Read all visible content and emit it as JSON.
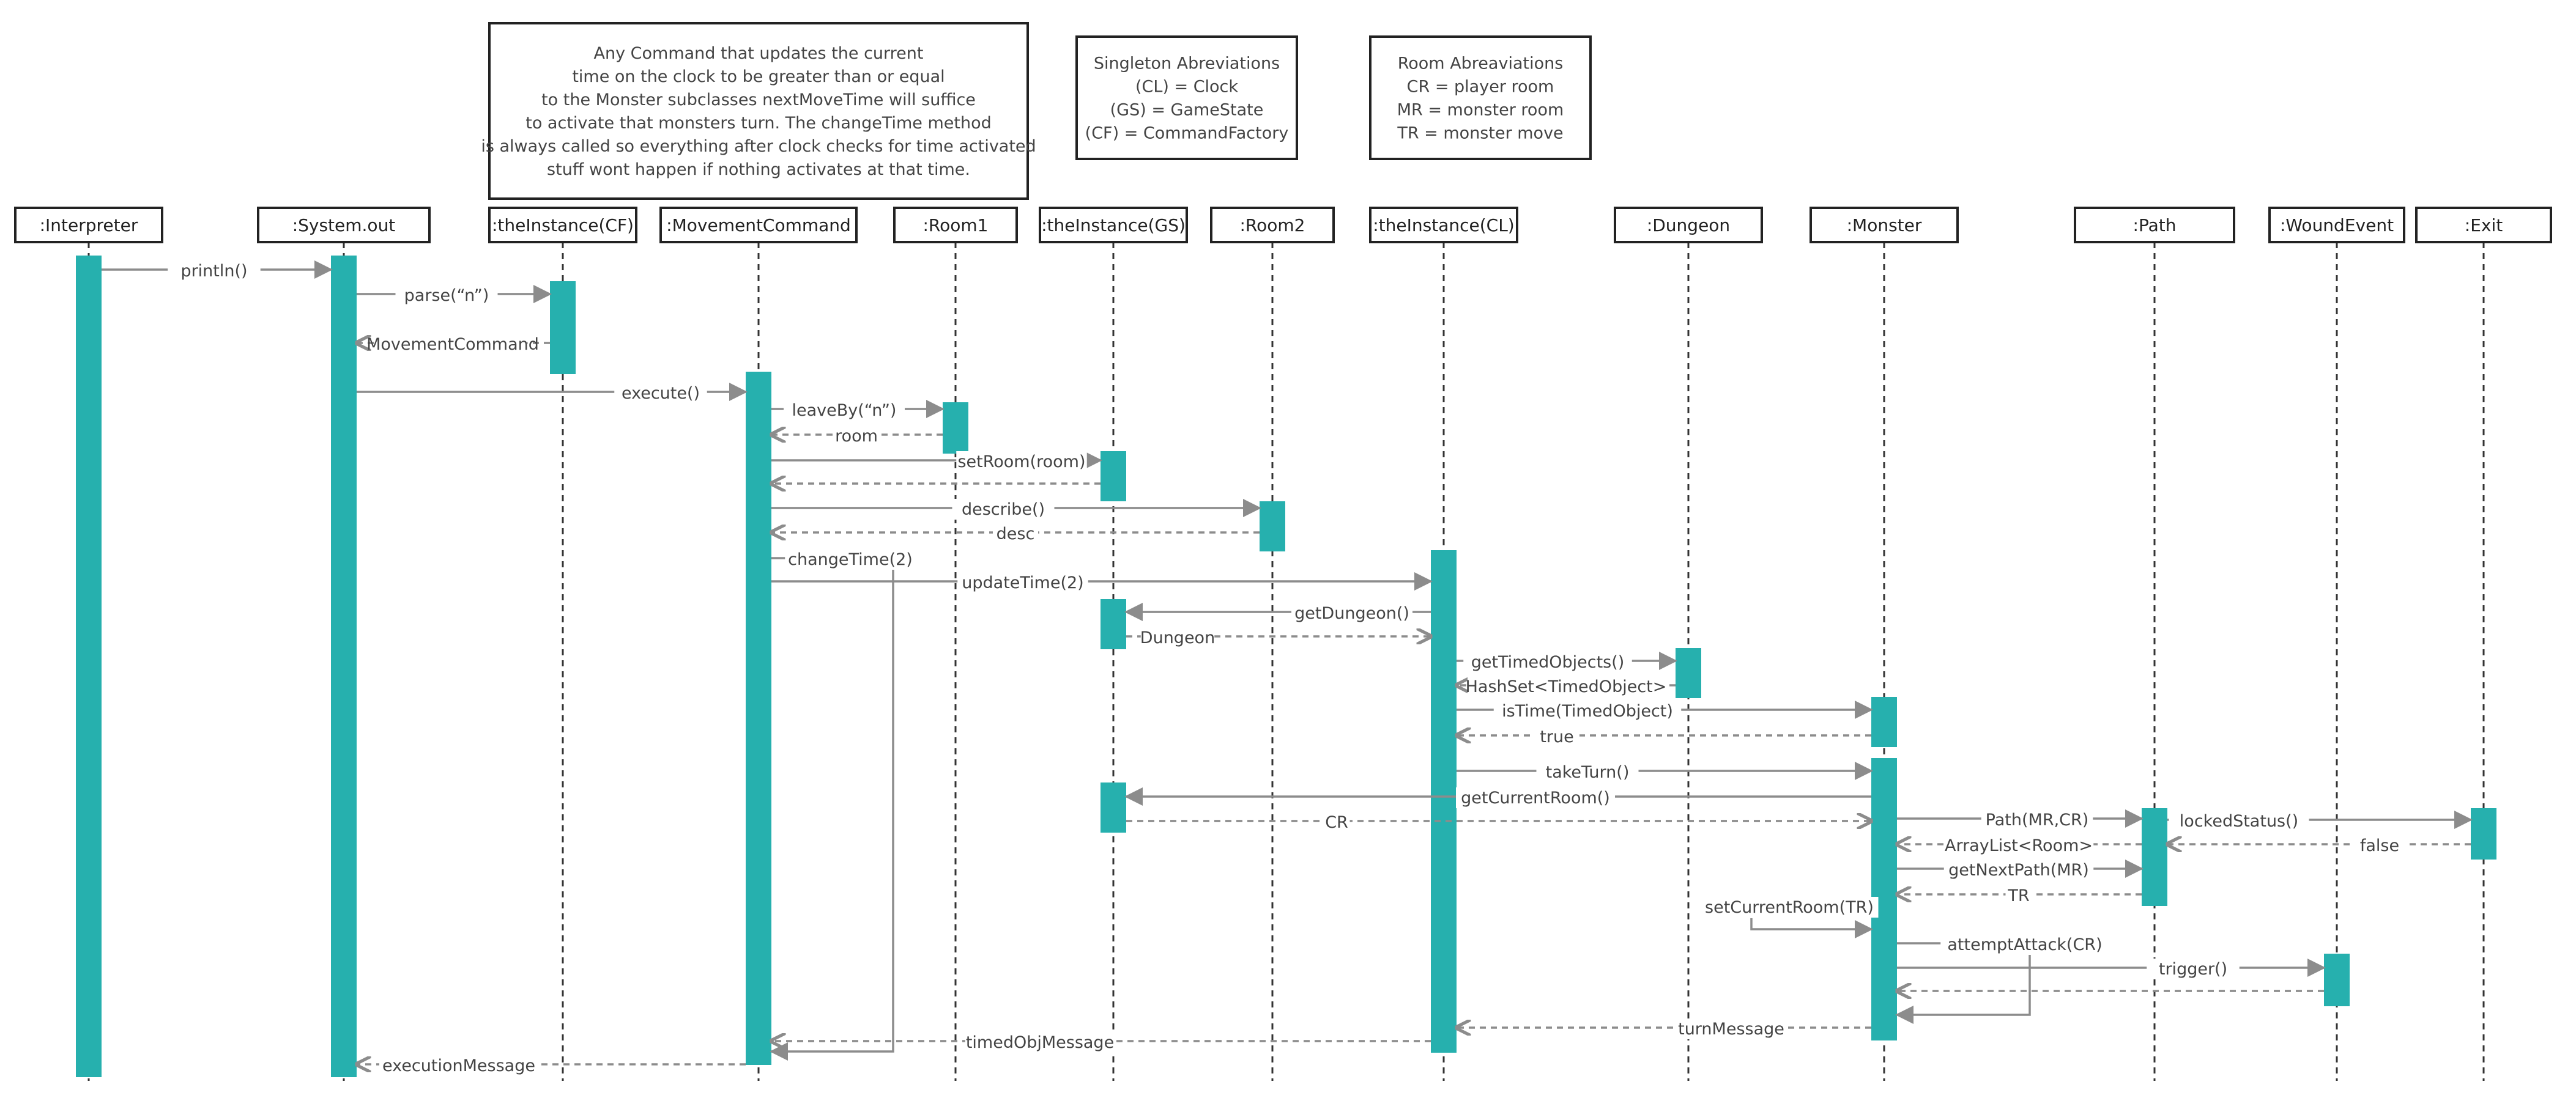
{
  "colors": {
    "activation": "#26b0ae",
    "arrow": "#8c8c8c",
    "text": "#444444",
    "border": "#222222"
  },
  "notes": {
    "command": [
      "Any Command that updates the current",
      "time on the clock to be greater than or equal",
      "to the Monster subclasses nextMoveTime will suffice",
      "to activate that monsters turn. The changeTime method",
      "is always called so everything after clock checks for time activated",
      "stuff wont happen if nothing activates at that time."
    ],
    "singleton": [
      "Singleton Abreviations",
      "(CL) = Clock",
      "(GS) = GameState",
      "(CF) = CommandFactory"
    ],
    "room": [
      "Room Abreaviations",
      "CR = player room",
      "MR = monster room",
      "TR = monster move"
    ]
  },
  "participants": [
    {
      "id": "interpreter",
      "label": ":Interpreter"
    },
    {
      "id": "system-out",
      "label": ":System.out"
    },
    {
      "id": "cf",
      "label": ":theInstance(CF)"
    },
    {
      "id": "movement-command",
      "label": ":MovementCommand"
    },
    {
      "id": "room1",
      "label": ":Room1"
    },
    {
      "id": "gs",
      "label": ":theInstance(GS)"
    },
    {
      "id": "room2",
      "label": ":Room2"
    },
    {
      "id": "cl",
      "label": ":theInstance(CL)"
    },
    {
      "id": "dungeon",
      "label": ":Dungeon"
    },
    {
      "id": "monster",
      "label": ":Monster"
    },
    {
      "id": "path",
      "label": ":Path"
    },
    {
      "id": "wound-event",
      "label": ":WoundEvent"
    },
    {
      "id": "exit",
      "label": ":Exit"
    }
  ],
  "messages": [
    {
      "label": "println()",
      "type": "call"
    },
    {
      "label": "parse(“n”)",
      "type": "call"
    },
    {
      "label": "MovementCommand",
      "type": "return"
    },
    {
      "label": "execute()",
      "type": "call"
    },
    {
      "label": "leaveBy(“n”)",
      "type": "call"
    },
    {
      "label": "room",
      "type": "return"
    },
    {
      "label": "setRoom(room)",
      "type": "call"
    },
    {
      "label": "",
      "type": "return"
    },
    {
      "label": "describe()",
      "type": "call"
    },
    {
      "label": "desc",
      "type": "return"
    },
    {
      "label": "changeTime(2)",
      "type": "call"
    },
    {
      "label": "updateTime(2)",
      "type": "call"
    },
    {
      "label": "getDungeon()",
      "type": "call"
    },
    {
      "label": "Dungeon",
      "type": "return"
    },
    {
      "label": "getTimedObjects()",
      "type": "call"
    },
    {
      "label": "HashSet<TimedObject>",
      "type": "return"
    },
    {
      "label": "isTime(TimedObject)",
      "type": "call"
    },
    {
      "label": "true",
      "type": "return"
    },
    {
      "label": "takeTurn()",
      "type": "call"
    },
    {
      "label": "getCurrentRoom()",
      "type": "call"
    },
    {
      "label": "CR",
      "type": "return"
    },
    {
      "label": "Path(MR,CR)",
      "type": "call"
    },
    {
      "label": "lockedStatus()",
      "type": "call"
    },
    {
      "label": "false",
      "type": "return"
    },
    {
      "label": "ArrayList<Room>",
      "type": "return"
    },
    {
      "label": "getNextPath(MR)",
      "type": "call"
    },
    {
      "label": "TR",
      "type": "return"
    },
    {
      "label": "setCurrentRoom(TR)",
      "type": "self"
    },
    {
      "label": "attemptAttack(CR)",
      "type": "self"
    },
    {
      "label": "trigger()",
      "type": "call"
    },
    {
      "label": "",
      "type": "return"
    },
    {
      "label": "turnMessage",
      "type": "return"
    },
    {
      "label": "timedObjMessage",
      "type": "return"
    },
    {
      "label": "executionMessage",
      "type": "return"
    }
  ]
}
